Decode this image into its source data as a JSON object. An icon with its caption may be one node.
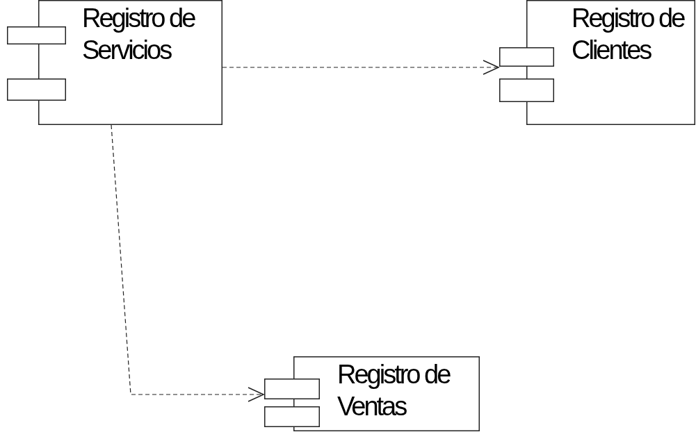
{
  "diagram": {
    "nodes": [
      {
        "text": [
          "Registro de Servicios"
        ]
      },
      {
        "text": [
          "Registro de Clientes"
        ]
      },
      {
        "text": [
          "Registro de Ventas"
        ]
      }
    ],
    "edges": [
      {
        "from": 0,
        "to": 1,
        "arrow": "to",
        "style": "dashed"
      },
      {
        "from": 0,
        "to": 2,
        "arrow": "to",
        "style": "dashed"
      }
    ]
  }
}
